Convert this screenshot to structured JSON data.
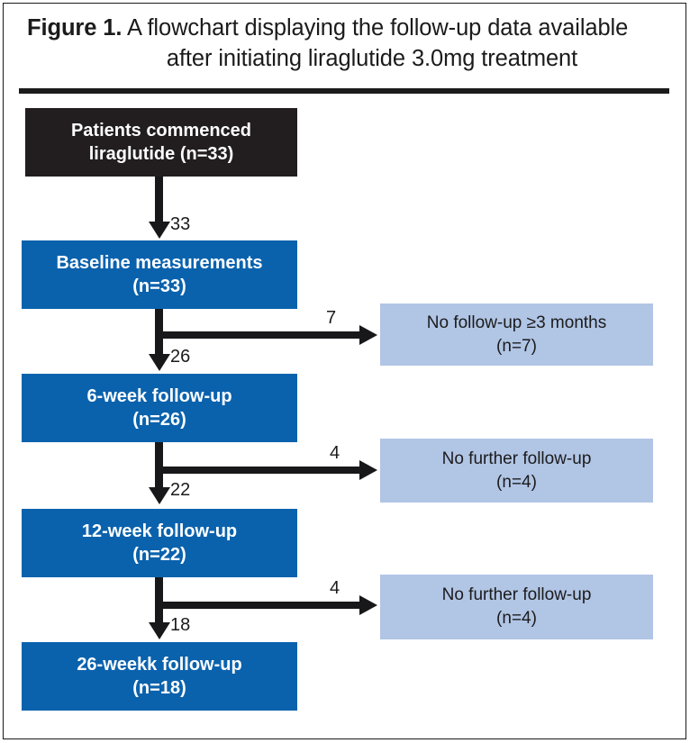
{
  "figure": {
    "label": "Figure 1.",
    "title_line1": "A flowchart displaying the follow-up data available",
    "title_line2": "after initiating liraglutide 3.0mg treatment"
  },
  "colors": {
    "dark_box": "#221E1F",
    "blue_box": "#0A62AD",
    "light_blue_box": "#B1C5E5",
    "arrow": "#18181A",
    "text_on_dark": "#FFFFFF",
    "text_on_light": "#1B1B1B",
    "rule": "#1B1B1B"
  },
  "nodes": {
    "start": {
      "line1": "Patients commenced",
      "line2": "liraglutide (n=33)"
    },
    "baseline": {
      "line1": "Baseline measurements",
      "line2": "(n=33)"
    },
    "week6": {
      "line1": "6-week follow-up",
      "line2": "(n=26)"
    },
    "week12": {
      "line1": "12-week follow-up",
      "line2": "(n=22)"
    },
    "week26": {
      "line1": "26-weekk follow-up",
      "line2": "(n=18)"
    },
    "exit1": {
      "line1": "No follow-up ≥3 months",
      "line2": "(n=7)"
    },
    "exit2": {
      "line1": "No further follow-up",
      "line2": "(n=4)"
    },
    "exit3": {
      "line1": "No further follow-up",
      "line2": "(n=4)"
    }
  },
  "edge_labels": {
    "start_to_baseline": "33",
    "baseline_to_week6": "26",
    "baseline_to_exit1": "7",
    "week6_to_week12": "22",
    "week6_to_exit2": "4",
    "week12_to_week26": "18",
    "week12_to_exit3": "4"
  },
  "chart_data": {
    "type": "diagram",
    "title": "A flowchart displaying the follow-up data available after initiating liraglutide 3.0mg treatment",
    "nodes": [
      {
        "id": "start",
        "label": "Patients commenced liraglutide",
        "n": 33,
        "style": "dark"
      },
      {
        "id": "baseline",
        "label": "Baseline measurements",
        "n": 33,
        "style": "blue"
      },
      {
        "id": "week6",
        "label": "6-week follow-up",
        "n": 26,
        "style": "blue"
      },
      {
        "id": "week12",
        "label": "12-week follow-up",
        "n": 22,
        "style": "blue"
      },
      {
        "id": "week26",
        "label": "26-weekk follow-up",
        "n": 18,
        "style": "blue"
      },
      {
        "id": "exit1",
        "label": "No follow-up ≥3 months",
        "n": 7,
        "style": "light-blue"
      },
      {
        "id": "exit2",
        "label": "No further follow-up",
        "n": 4,
        "style": "light-blue"
      },
      {
        "id": "exit3",
        "label": "No further follow-up",
        "n": 4,
        "style": "light-blue"
      }
    ],
    "edges": [
      {
        "from": "start",
        "to": "baseline",
        "value": 33,
        "direction": "down"
      },
      {
        "from": "baseline",
        "to": "exit1",
        "value": 7,
        "direction": "right"
      },
      {
        "from": "baseline",
        "to": "week6",
        "value": 26,
        "direction": "down"
      },
      {
        "from": "week6",
        "to": "exit2",
        "value": 4,
        "direction": "right"
      },
      {
        "from": "week6",
        "to": "week12",
        "value": 22,
        "direction": "down"
      },
      {
        "from": "week12",
        "to": "exit3",
        "value": 4,
        "direction": "right"
      },
      {
        "from": "week12",
        "to": "week26",
        "value": 18,
        "direction": "down"
      }
    ]
  }
}
